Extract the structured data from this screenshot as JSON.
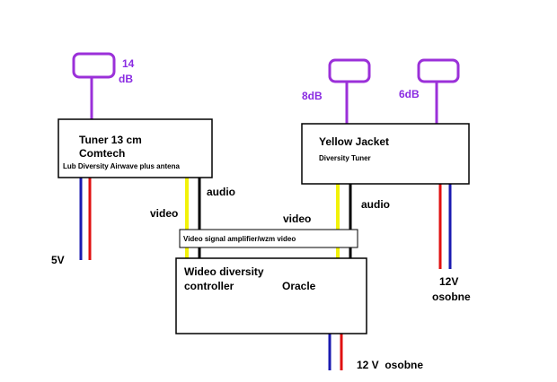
{
  "colors": {
    "antenna": "#9b30d9",
    "wire_red": "#e01010",
    "wire_blue": "#1a1ab0",
    "wire_yellow": "#f2f20a",
    "wire_black": "#000000",
    "box_border": "#000000"
  },
  "antennas": {
    "left_gain_top": "14",
    "left_gain_bottom": "dB",
    "right_a_gain": "8dB",
    "right_b_gain": "6dB"
  },
  "tuner_left": {
    "line1": "Tuner 13 cm",
    "line2": "Comtech",
    "line3": "Lub Diversity Airwave plus antena"
  },
  "tuner_right": {
    "line1": "Yellow Jacket",
    "line2": "Diversity Tuner"
  },
  "amplifier": {
    "label": "Video signal amplifier/wzm video"
  },
  "controller": {
    "line1": "Wideo diversity",
    "line2": "controller",
    "brand": "Oracle"
  },
  "labels": {
    "audio_left": "audio",
    "video_left": "video",
    "audio_right": "audio",
    "video_right": "video",
    "power_left": "5V",
    "power_right_v": "12V",
    "power_right_note": "osobne",
    "power_bottom": "12 V  osobne"
  }
}
